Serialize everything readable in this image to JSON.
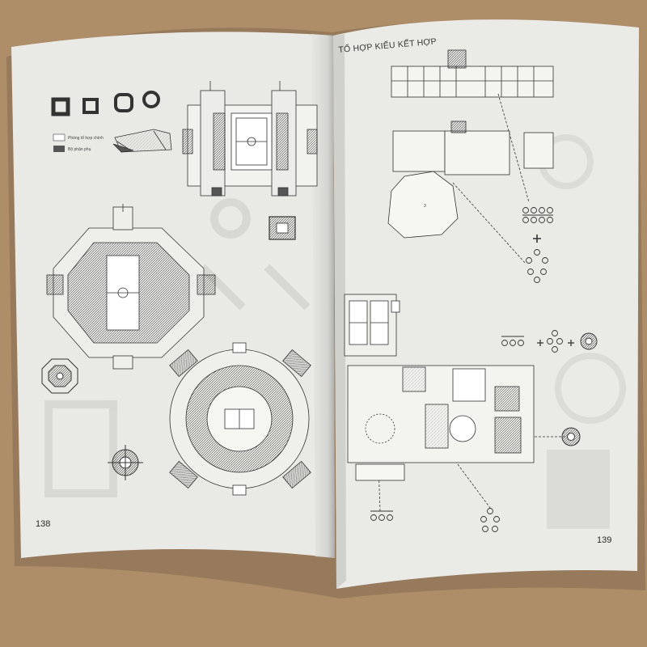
{
  "book": {
    "left_page_number": "138",
    "right_page_number": "139",
    "section_title": "TỔ HỢP KIỂU KẾT HỢP",
    "legend": [
      "Phòng tổ hợp chính",
      "Bộ phận phụ"
    ]
  },
  "colors": {
    "table": "#b08f6d",
    "paper": "#e9e9e6",
    "ink": "#333333"
  }
}
